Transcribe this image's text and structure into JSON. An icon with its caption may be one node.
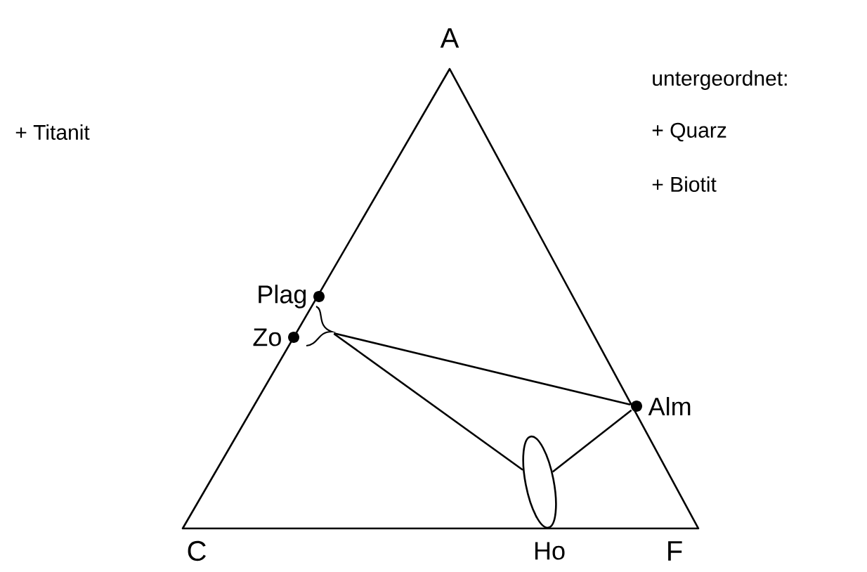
{
  "diagram": {
    "nodes": [
      {
        "text": [
          "Plag"
        ]
      },
      {
        "text": [
          "Zo"
        ]
      },
      {
        "text": [],
        "shape": "bracket"
      },
      {
        "text": [
          "Alm"
        ]
      },
      {
        "text": [
          "Ho"
        ]
      }
    ],
    "edges": [
      {
        "from": 2,
        "to": 3,
        "arrow": "none"
      },
      {
        "from": 2,
        "to": 4,
        "arrow": "none"
      },
      {
        "from": 3,
        "to": 4,
        "arrow": "none"
      }
    ],
    "labels": [
      "A",
      "C",
      "F",
      "+ Titanit",
      "untergeordnet:",
      "+ Quarz",
      "+ Biotit"
    ]
  }
}
